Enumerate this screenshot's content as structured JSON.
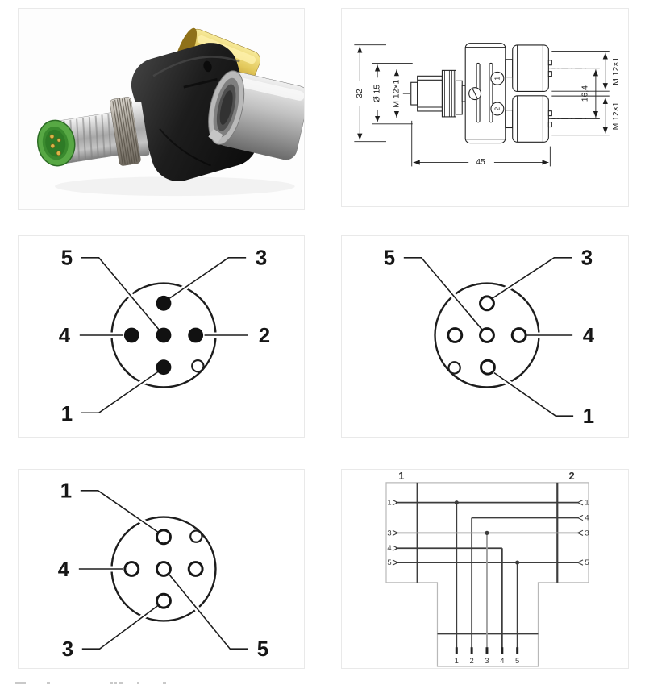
{
  "panels": {
    "photo": {
      "colors": {
        "green_insert": "#57a844",
        "green_dark": "#2e7b26",
        "brass": "#e3c95c",
        "steel": "#c2c2c2",
        "housing": "#1d1d1d",
        "pin_gold": "#d9b44a"
      }
    },
    "drawing": {
      "dim_height": "32",
      "dim_diameter": "Ø 15",
      "dim_thread_male": "M 12×1",
      "dim_length": "45",
      "dim_thread_port_top": "M 12×1",
      "dim_port_spacing": "16,4",
      "dim_thread_port_bottom": "M 12×1",
      "port_top_label": "1",
      "port_bottom_label": "2"
    },
    "pinout_male": {
      "pin_5": "5",
      "pin_3": "3",
      "pin_4": "4",
      "pin_2": "2",
      "pin_1": "1"
    },
    "pinout_female_top": {
      "pin_5": "5",
      "pin_3": "3",
      "pin_4": "4",
      "pin_1": "1"
    },
    "pinout_female_bottom": {
      "pin_1": "1",
      "pin_4": "4",
      "pin_3": "3",
      "pin_5": "5"
    },
    "wiring": {
      "connector_left": "1",
      "connector_right": "2",
      "left_pins": [
        "1",
        "3",
        "4",
        "5"
      ],
      "right_pins": [
        "1",
        "4",
        "3",
        "5"
      ],
      "bottom_pins": [
        "1",
        "2",
        "3",
        "4",
        "5"
      ]
    }
  },
  "colors": {
    "line": "#1d1d1d",
    "wire_dark": "#3d3d3d",
    "wire_gray": "#9c9c9c",
    "outline_gray": "#b8b8b8",
    "panel_border": "#e9e9e9"
  }
}
